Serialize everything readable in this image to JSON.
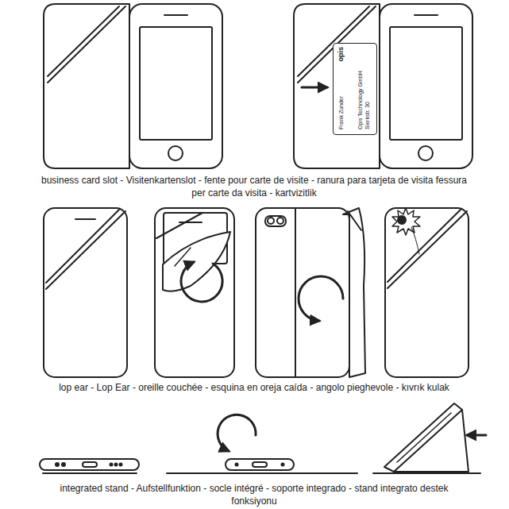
{
  "diagram": {
    "nodes": [
      {
        "text": [
          "opis",
          "Frank Zunder",
          "Opis Technology GmbH",
          "Sierkstr. 30"
        ]
      }
    ],
    "labels": [
      "business card slot - Visitenkartenslot - fente pour carte de visite - ranura para tarjeta de visita fessura per carte da visita - kartvizitlik",
      "lop ear - Lop Ear - oreille couchée  - esquina en oreja caída - angolo pieghevole - kıvrık kulak",
      "integrated stand - Aufstellfunktion - socle intégré - soporte integrado - stand integrato destek fonksiyonu"
    ]
  }
}
